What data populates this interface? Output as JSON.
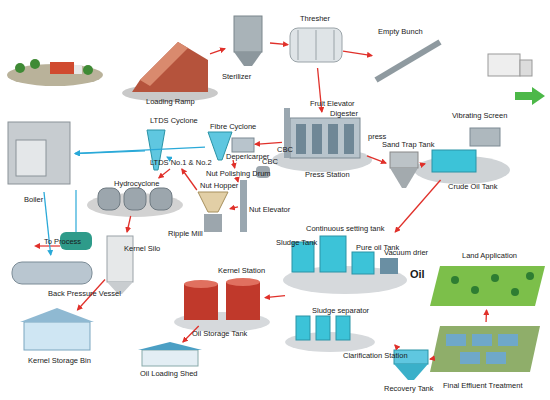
{
  "diagram": {
    "nodes": [
      {
        "text": [
          "Loading Ramp"
        ]
      },
      {
        "text": [
          "Sterilizer"
        ]
      },
      {
        "text": [
          "Thresher"
        ]
      },
      {
        "text": [
          "Empty Bunch"
        ]
      },
      {
        "text": [
          "Fruit Elevator",
          "Digester",
          "press",
          "Press Station"
        ]
      },
      {
        "text": [
          "Sand Trap Tank"
        ]
      },
      {
        "text": [
          "Vibrating Screen",
          "Crude Oil Tank"
        ]
      },
      {
        "text": [
          "Boiler"
        ]
      },
      {
        "text": [
          "LTDS Cyclone"
        ]
      },
      {
        "text": [
          "Fibre Cyclone",
          "Depericarper"
        ]
      },
      {
        "text": [
          "LTDS No.1 & No.2"
        ]
      },
      {
        "text": [
          "Hydrocyclone"
        ]
      },
      {
        "text": [
          "Nut Polishing Drum"
        ]
      },
      {
        "text": [
          "Nut Hopper",
          "Ripple Mill"
        ]
      },
      {
        "text": [
          "Nut Elevator"
        ]
      },
      {
        "text": [
          "To Process",
          "Back Pressure Vessel"
        ]
      },
      {
        "text": [
          "Kernel Silo"
        ]
      },
      {
        "text": [
          "Kernel Storage Bin"
        ]
      },
      {
        "text": [
          "Oil Storage Tank"
        ]
      },
      {
        "text": [
          "Oil Loading Shed"
        ]
      },
      {
        "text": [
          "Continuous setting tank",
          "Sludge Tank",
          "Pure oil Tank",
          "Vacuum drier",
          "Sludge separator",
          "Clarification Station"
        ]
      },
      {
        "text": [
          "Recovery Tank"
        ]
      },
      {
        "text": [
          "Land Application"
        ]
      },
      {
        "text": [
          "Final Effluent Treatment"
        ]
      }
    ],
    "edges": [
      {
        "from": 0,
        "to": 1,
        "arrow": "to"
      },
      {
        "from": 1,
        "to": 2,
        "arrow": "to"
      },
      {
        "from": 2,
        "to": 3,
        "arrow": "to"
      },
      {
        "from": 2,
        "to": 4,
        "arrow": "to"
      },
      {
        "from": 4,
        "to": 5,
        "arrow": "to"
      },
      {
        "from": 5,
        "to": 6,
        "arrow": "to"
      },
      {
        "from": 6,
        "to": 20,
        "arrow": "to"
      },
      {
        "from": 4,
        "to": 9,
        "arrow": "to"
      },
      {
        "from": 9,
        "to": 7,
        "arrow": "to"
      },
      {
        "from": 9,
        "to": 12,
        "arrow": "to"
      },
      {
        "from": 12,
        "to": 14,
        "arrow": "to"
      },
      {
        "from": 14,
        "to": 13,
        "arrow": "to"
      },
      {
        "from": 13,
        "to": 10,
        "arrow": "to"
      },
      {
        "from": 10,
        "to": 8,
        "arrow": "to"
      },
      {
        "from": 8,
        "to": 7,
        "arrow": "to"
      },
      {
        "from": 10,
        "to": 11,
        "arrow": "to"
      },
      {
        "from": 11,
        "to": 16,
        "arrow": "to"
      },
      {
        "from": 16,
        "to": 17,
        "arrow": "to"
      },
      {
        "from": 7,
        "to": 15,
        "arrow": "to"
      },
      {
        "from": 20,
        "to": 18,
        "arrow": "to"
      },
      {
        "from": 18,
        "to": 19,
        "arrow": "to"
      },
      {
        "from": 20,
        "to": 21,
        "arrow": "to"
      },
      {
        "from": 21,
        "to": 23,
        "arrow": "to"
      },
      {
        "from": 23,
        "to": 22,
        "arrow": "to"
      }
    ],
    "labels": [
      "CBC",
      "CBC",
      "Kernel Station",
      "Oil"
    ]
  }
}
